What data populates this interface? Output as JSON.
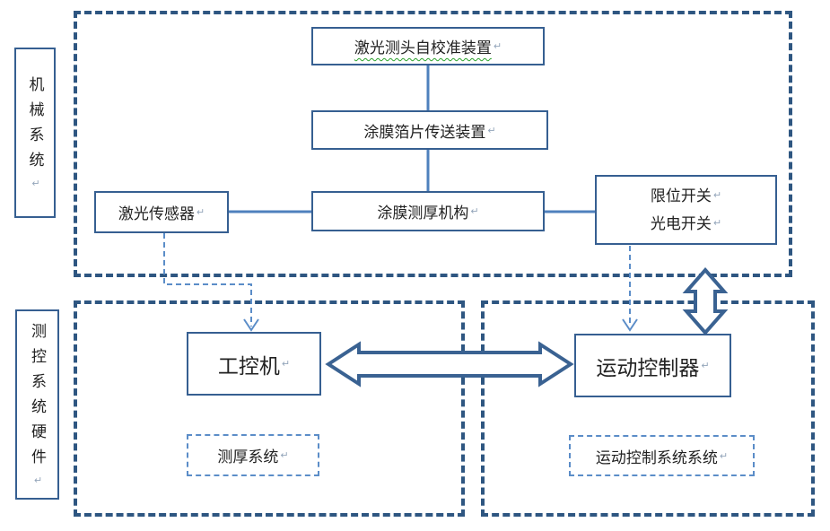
{
  "side_labels": {
    "mechanical": "机械系统",
    "hardware": "测控系统硬件"
  },
  "top_section": {
    "calibration": "激光测头自校准装置",
    "transfer": "涂膜箔片传送装置",
    "laser_sensor": "激光传感器",
    "thickness_mech": "涂膜测厚机构",
    "switches_line1": "限位开关",
    "switches_line2": "光电开关"
  },
  "bottom_left": {
    "ipc": "工控机",
    "thickness_system": "测厚系统"
  },
  "bottom_right": {
    "motion_controller": "运动控制器",
    "motion_system": "运动控制系统系统"
  },
  "marks": {
    "return_mark": "↵"
  },
  "colors": {
    "container_border": "#2e5681",
    "box_border": "#365f91",
    "connector_line": "#4f81bd",
    "light_dashed": "#5b8dc8",
    "thick_arrow_outline": "#3a6292",
    "spellcheck_underline": "#2aa12a",
    "text": "#222222"
  }
}
